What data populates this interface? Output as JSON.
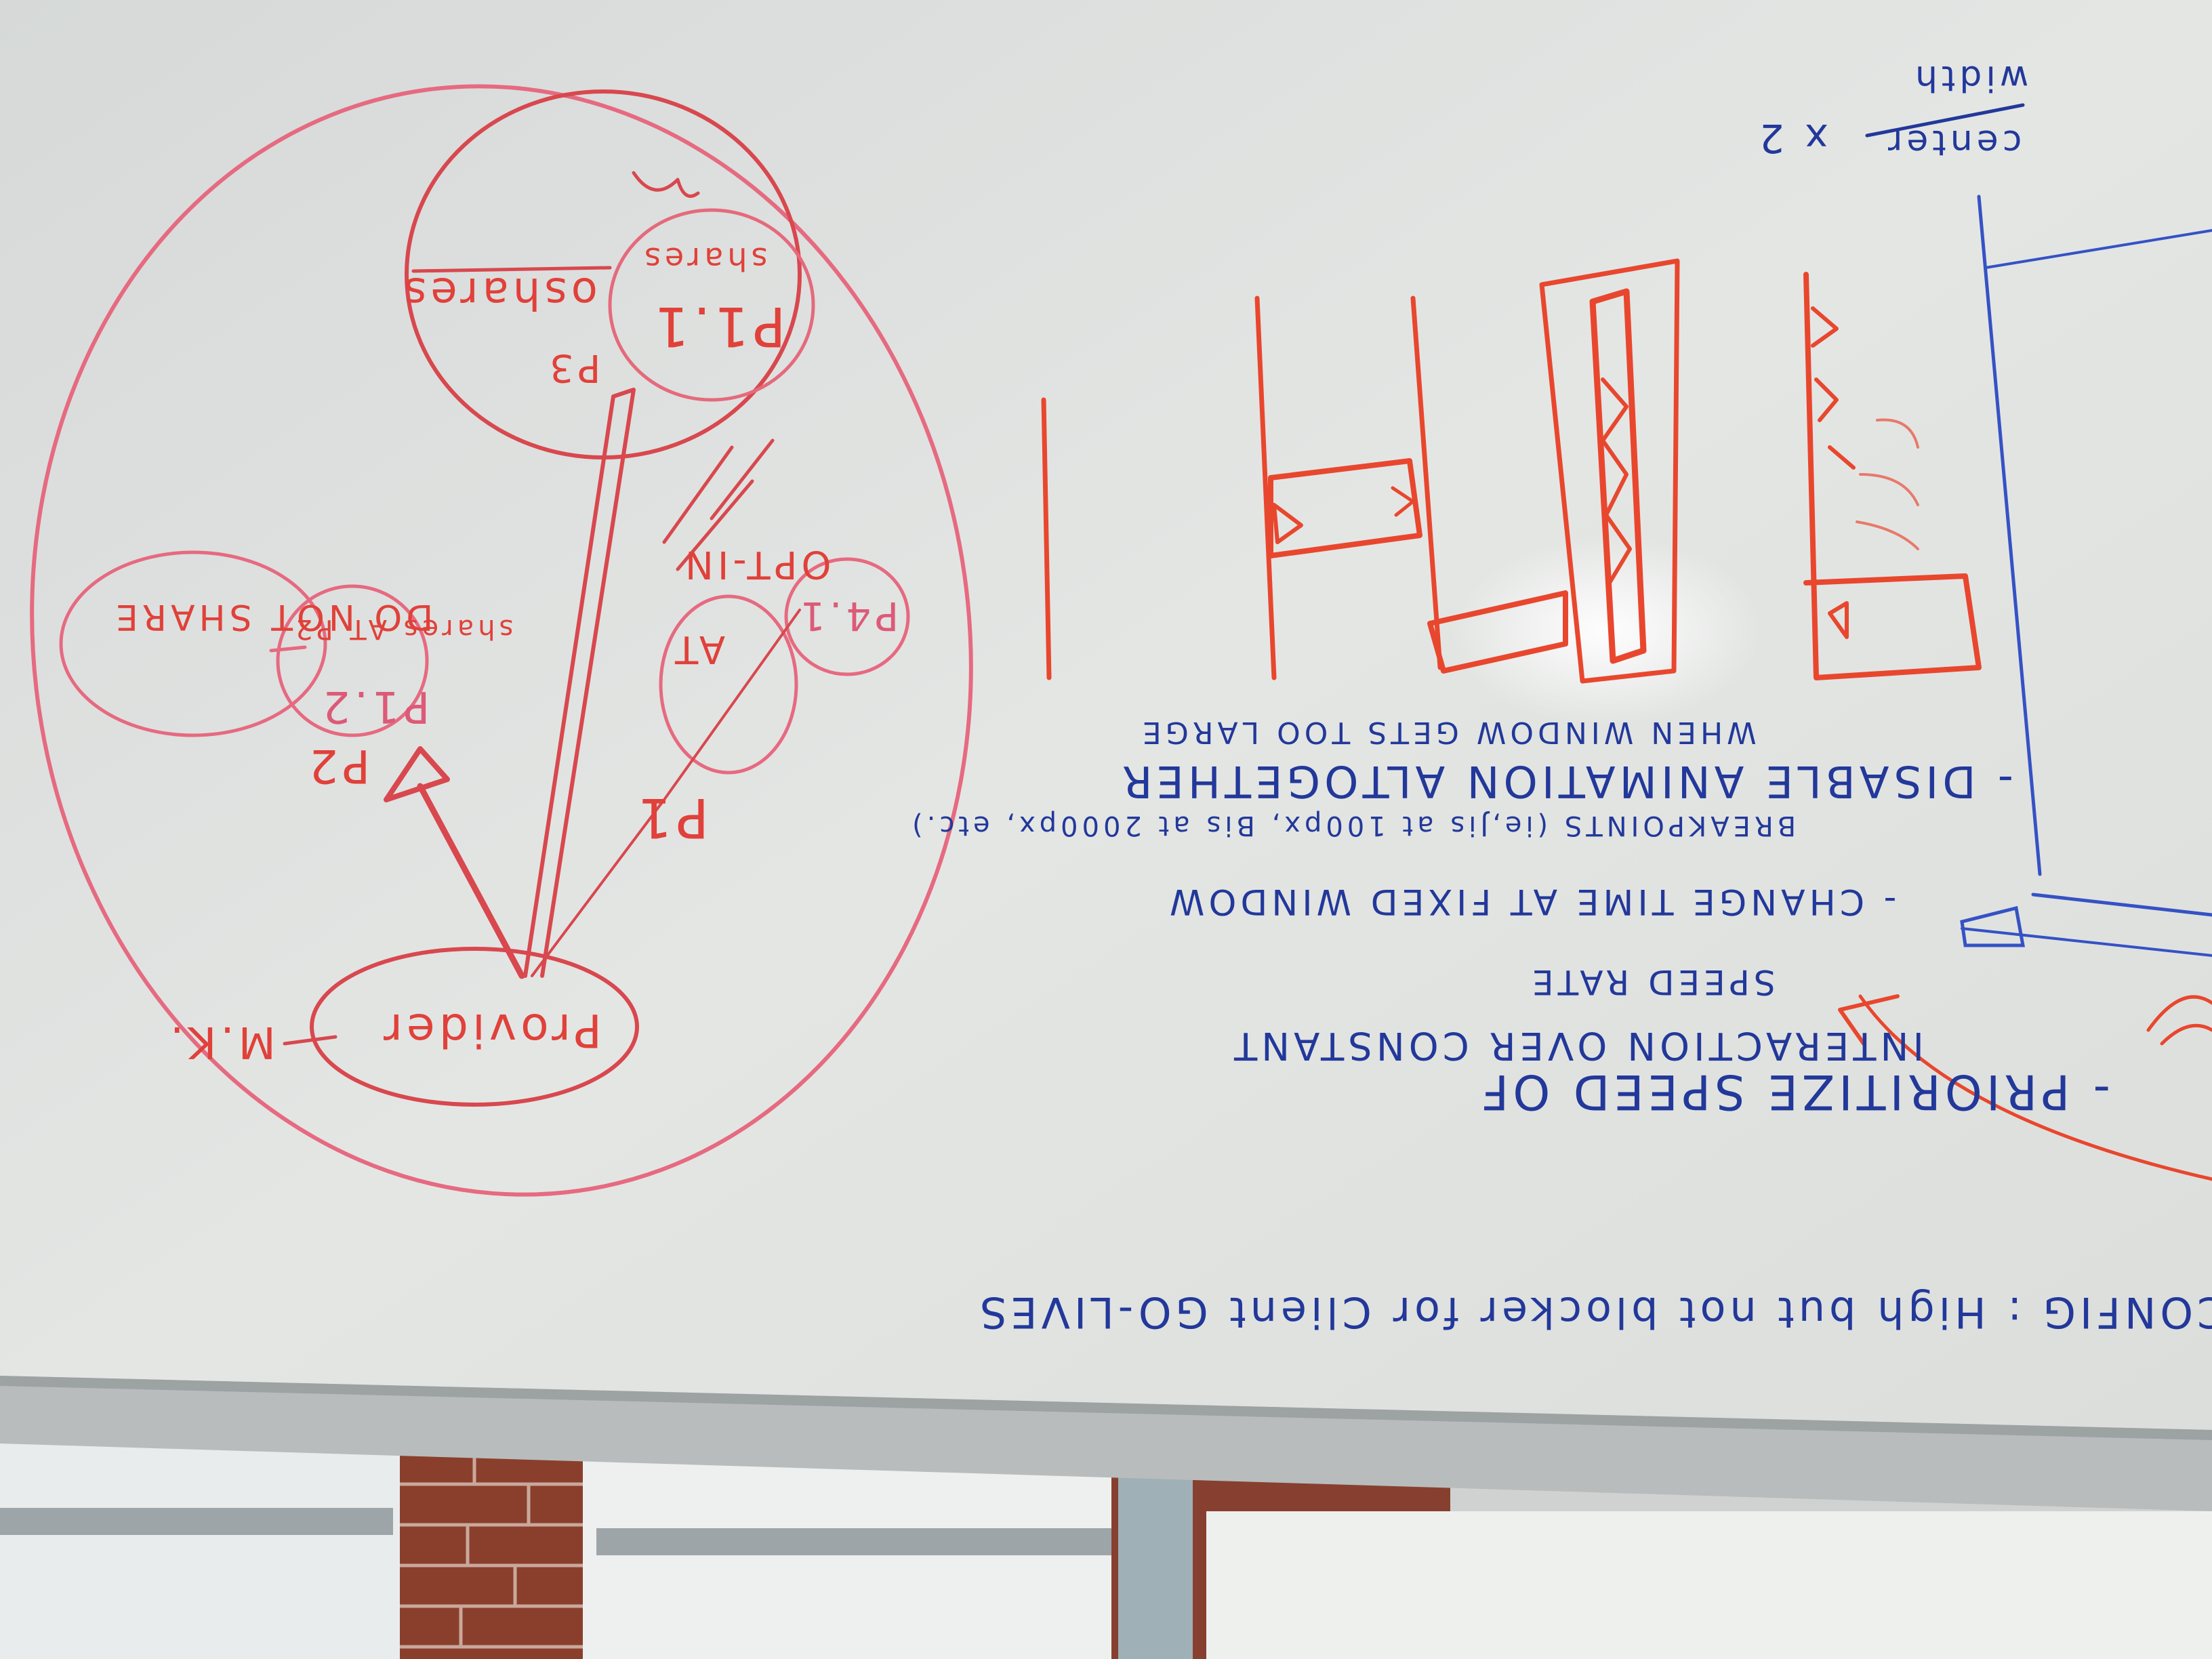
{
  "whiteboard": {
    "bottom_note": "CONFIG : High but not blocker for Client GO-LIVES",
    "bullets": [
      "- PRIORITIZE SPEED OF",
      "INTERACTION OVER CONSTANT",
      "SPEED RATE",
      "- CHANGE TIME AT FIXED WINDOW",
      "BREAKPOINTS (ie,Jis at 100px, Bis at 2000px, etc.)",
      "- DISABLE ANIMATION ALTOGETHER",
      "WHEN WINDOW GETS TOO LARGE"
    ],
    "formula_top": "center",
    "formula_bottom": "width",
    "formula_multiplier": "x 2",
    "diagram_labels": {
      "provider": "Provider",
      "mk": "M.K.",
      "p1": "P1",
      "p2": "P2",
      "p3": "P3",
      "p11": "P1.1",
      "p12": "P1.2",
      "p41": "P4.1",
      "shares": "shares",
      "oshares": "oshares",
      "shares_at_p2": "shares AT P2",
      "do_not_share": "DO NOT SHARE",
      "opt_in": "OPT-IN",
      "at": "AT"
    }
  }
}
